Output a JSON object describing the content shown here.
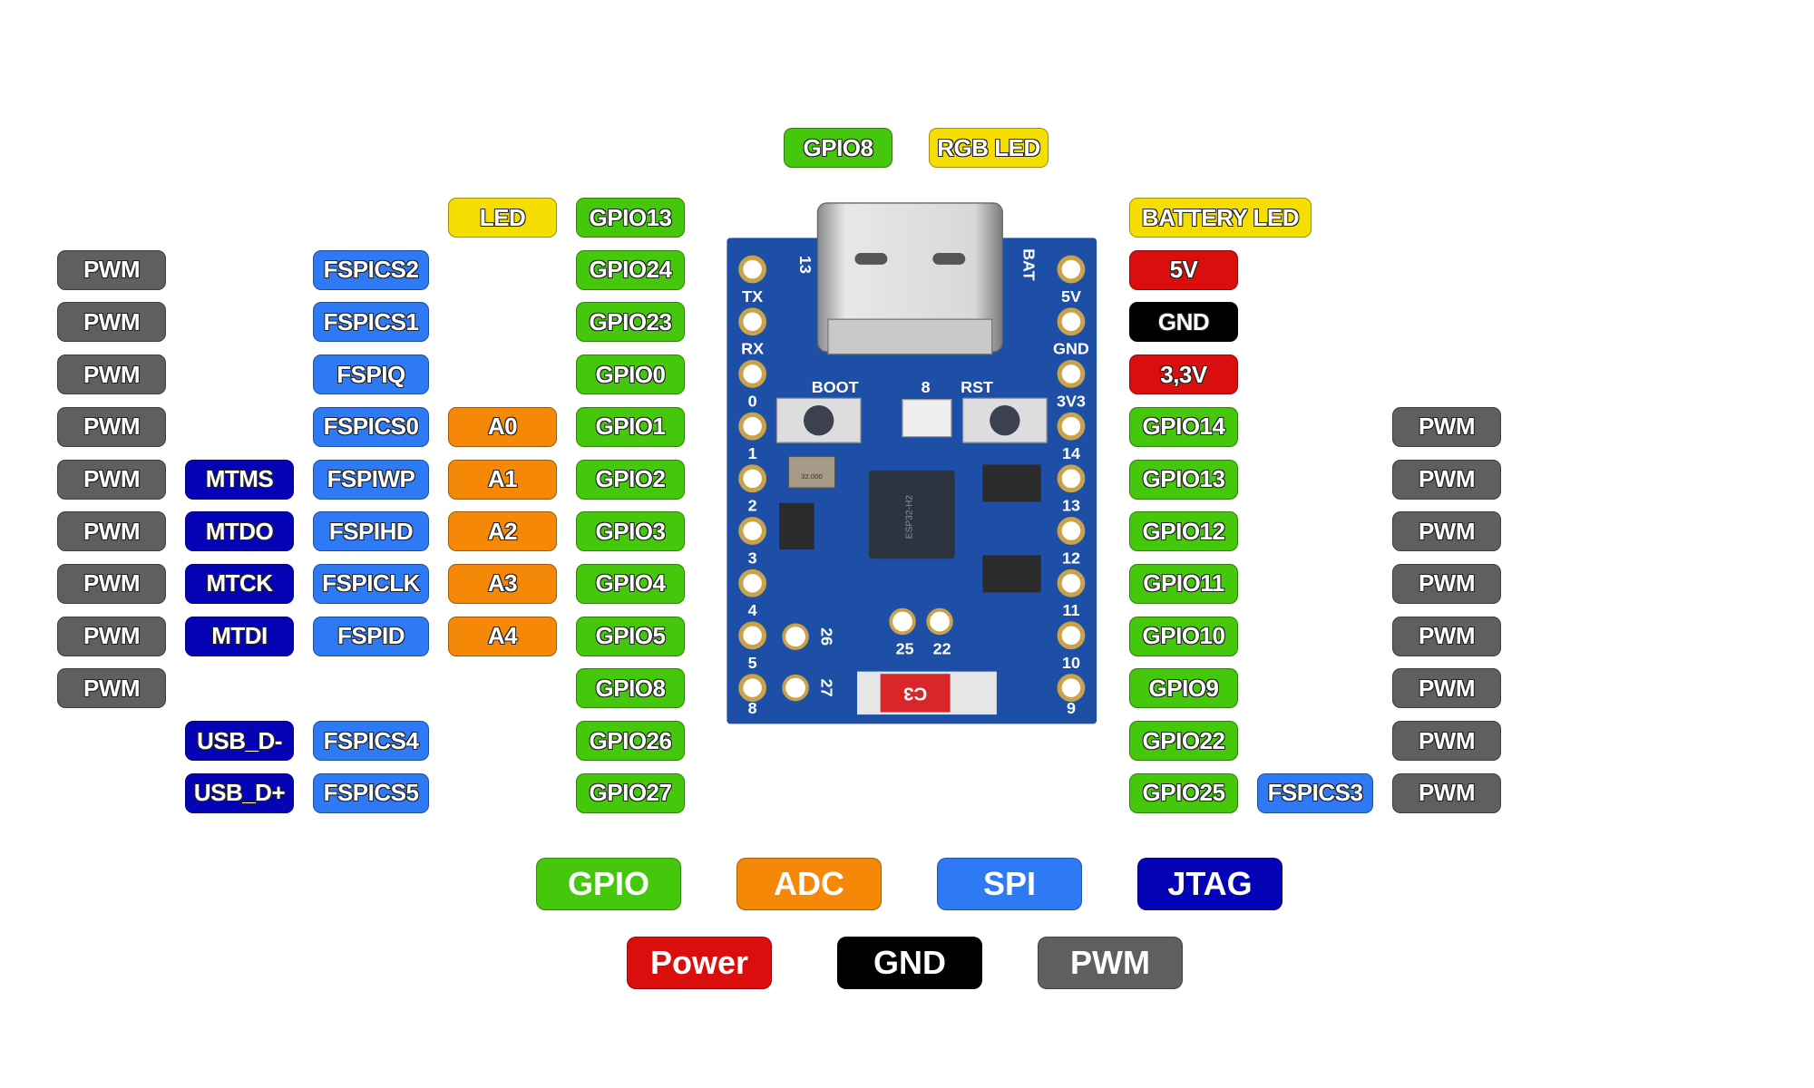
{
  "colors": {
    "gpio": "#45c70b",
    "adc": "#f58806",
    "spi": "#2e7af4",
    "jtag": "#0404b6",
    "power": "#db0e0e",
    "gnd": "#000000",
    "pwm": "#5f5f5f",
    "led": "#f6de02"
  },
  "top_labels": {
    "gpio": "GPIO8",
    "led": "RGB LED"
  },
  "left_pins": [
    {
      "gpio": "GPIO13",
      "led": "LED"
    },
    {
      "gpio": "GPIO24",
      "spi": "FSPICS2",
      "pwm": "PWM"
    },
    {
      "gpio": "GPIO23",
      "spi": "FSPICS1",
      "pwm": "PWM"
    },
    {
      "gpio": "GPIO0",
      "spi": "FSPIQ",
      "pwm": "PWM"
    },
    {
      "gpio": "GPIO1",
      "adc": "A0",
      "spi": "FSPICS0",
      "pwm": "PWM"
    },
    {
      "gpio": "GPIO2",
      "adc": "A1",
      "spi": "FSPIWP",
      "jtag": "MTMS",
      "pwm": "PWM"
    },
    {
      "gpio": "GPIO3",
      "adc": "A2",
      "spi": "FSPIHD",
      "jtag": "MTDO",
      "pwm": "PWM"
    },
    {
      "gpio": "GPIO4",
      "adc": "A3",
      "spi": "FSPICLK",
      "jtag": "MTCK",
      "pwm": "PWM"
    },
    {
      "gpio": "GPIO5",
      "adc": "A4",
      "spi": "FSPID",
      "jtag": "MTDI",
      "pwm": "PWM"
    },
    {
      "gpio": "GPIO8",
      "pwm": "PWM"
    },
    {
      "gpio": "GPIO26",
      "spi": "FSPICS4",
      "jtag": "USB_D-"
    },
    {
      "gpio": "GPIO27",
      "spi": "FSPICS5",
      "jtag": "USB_D+"
    }
  ],
  "right_pins": [
    {
      "led": "BATTERY LED"
    },
    {
      "power": "5V"
    },
    {
      "gnd": "GND"
    },
    {
      "power": "3,3V"
    },
    {
      "gpio": "GPIO14",
      "pwm": "PWM"
    },
    {
      "gpio": "GPIO13",
      "pwm": "PWM"
    },
    {
      "gpio": "GPIO12",
      "pwm": "PWM"
    },
    {
      "gpio": "GPIO11",
      "pwm": "PWM"
    },
    {
      "gpio": "GPIO10",
      "pwm": "PWM"
    },
    {
      "gpio": "GPIO9",
      "pwm": "PWM"
    },
    {
      "gpio": "GPIO22",
      "pwm": "PWM"
    },
    {
      "gpio": "GPIO25",
      "spi": "FSPICS3",
      "pwm": "PWM"
    }
  ],
  "board": {
    "left_silk": [
      "TX",
      "RX",
      "0",
      "1",
      "2",
      "3",
      "4",
      "5",
      "8"
    ],
    "right_silk": [
      "5V",
      "GND",
      "3V3",
      "14",
      "13",
      "12",
      "11",
      "10",
      "9"
    ],
    "top_left": "13",
    "top_right": "BAT",
    "boot": "BOOT",
    "led_num": "8",
    "rst": "RST",
    "pads": [
      "26",
      "27",
      "25",
      "22"
    ],
    "chip": "ESP32-H2",
    "crystal": "32.000",
    "variant": "C3"
  },
  "legend": {
    "gpio": "GPIO",
    "adc": "ADC",
    "spi": "SPI",
    "jtag": "JTAG",
    "power": "Power",
    "gnd": "GND",
    "pwm": "PWM"
  }
}
